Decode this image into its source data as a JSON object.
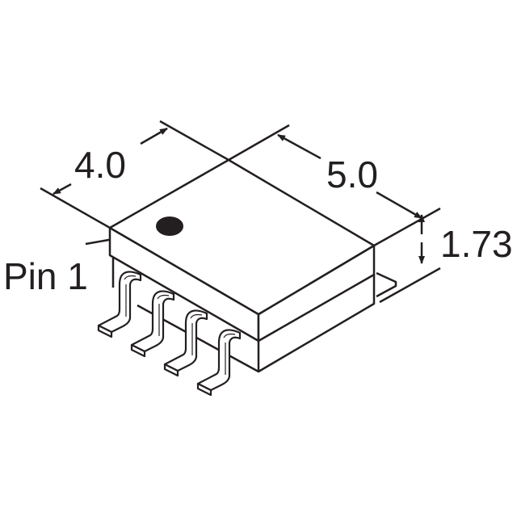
{
  "diagram": {
    "labels": {
      "width": "4.0",
      "length": "5.0",
      "height": "1.73",
      "pin1": "Pin 1"
    },
    "lead_count_visible": 4,
    "colors": {
      "line": "#231f20",
      "background": "#ffffff"
    }
  }
}
